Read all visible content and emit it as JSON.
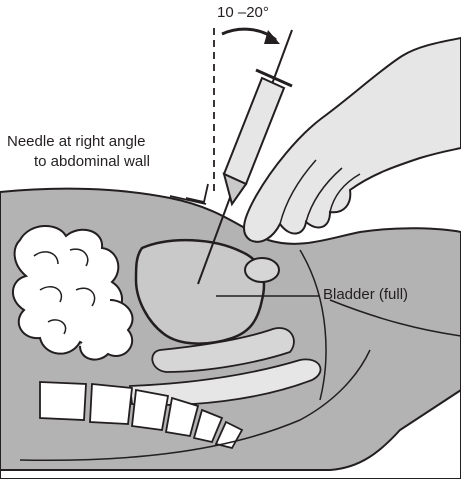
{
  "labels": {
    "angle": "10 –20°",
    "needle_line1": "Needle at right angle",
    "needle_line2": "to abdominal wall",
    "bladder": "Bladder (full)"
  },
  "colors": {
    "ink": "#231f20",
    "body_shade": "#b3b3b3",
    "body_light": "#d6d6d6",
    "bladder_fill": "#c9c9c9",
    "glove": "#e6e6e6",
    "paper": "#ffffff"
  }
}
